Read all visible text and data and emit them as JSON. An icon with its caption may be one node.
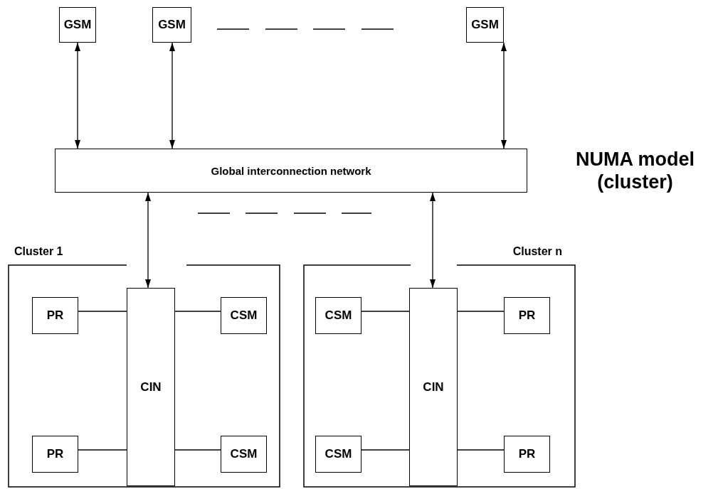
{
  "diagram": {
    "nodes": [
      {
        "text": [
          "GSM"
        ]
      },
      {
        "text": [
          "GSM"
        ]
      },
      {
        "text": [
          "GSM"
        ]
      },
      {
        "text": [
          "Global interconnection network"
        ]
      },
      {
        "text": [
          "Cluster 1"
        ]
      },
      {
        "text": [
          "PR"
        ],
        "in": 4
      },
      {
        "text": [
          "CIN"
        ],
        "in": 4
      },
      {
        "text": [
          "CSM"
        ],
        "in": 4
      },
      {
        "text": [
          "PR"
        ],
        "in": 4
      },
      {
        "text": [
          "CSM"
        ],
        "in": 4
      },
      {
        "text": [
          "Cluster n"
        ]
      },
      {
        "text": [
          "CSM"
        ],
        "in": 10
      },
      {
        "text": [
          "CIN"
        ],
        "in": 10
      },
      {
        "text": [
          "PR"
        ],
        "in": 10
      },
      {
        "text": [
          "CSM"
        ],
        "in": 10
      },
      {
        "text": [
          "PR"
        ],
        "in": 10
      }
    ],
    "edges": [
      {
        "from": 0,
        "to": 3,
        "arrow": "both"
      },
      {
        "from": 1,
        "to": 3,
        "arrow": "both"
      },
      {
        "from": 2,
        "to": 3,
        "arrow": "both"
      },
      {
        "from": 3,
        "to": 6,
        "arrow": "both"
      },
      {
        "from": 3,
        "to": 12,
        "arrow": "both"
      },
      {
        "from": 5,
        "to": 6,
        "arrow": "none"
      },
      {
        "from": 6,
        "to": 7,
        "arrow": "none"
      },
      {
        "from": 8,
        "to": 6,
        "arrow": "none"
      },
      {
        "from": 6,
        "to": 9,
        "arrow": "none"
      },
      {
        "from": 11,
        "to": 12,
        "arrow": "none"
      },
      {
        "from": 12,
        "to": 13,
        "arrow": "none"
      },
      {
        "from": 14,
        "to": 12,
        "arrow": "none"
      },
      {
        "from": 12,
        "to": 15,
        "arrow": "none"
      }
    ],
    "labels": [
      "NUMA model (cluster)"
    ]
  }
}
